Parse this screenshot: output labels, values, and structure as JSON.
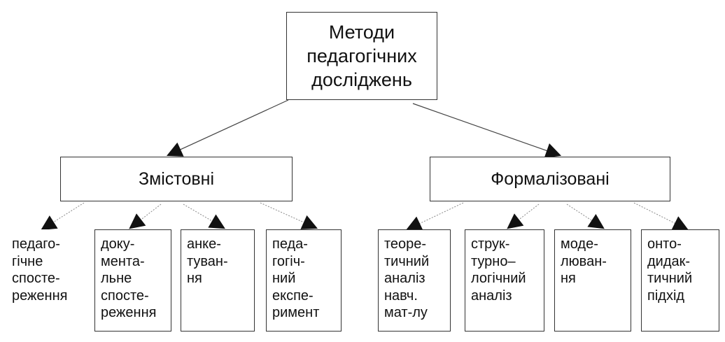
{
  "root": {
    "label": "Методи\nпедагогічних\nдосліджень"
  },
  "groups": [
    {
      "label": "Змістовні",
      "leaves": [
        "педаго-\nгічне\nспосте-\nреження",
        "доку-\nмента-\nльне\nспосте-\nреження",
        "анке-\nтуван-\nня",
        "педа-\nгогіч-\nний\nекспе-\nримент"
      ]
    },
    {
      "label": "Формалізовані",
      "leaves": [
        "теоре-\nтичний\nаналіз\nнавч.\nмат-лу",
        "струк-\nтурно–\nлогічний\nаналіз",
        "моде-\nлюван-\nня",
        "онто-\nдидак-\nтичний\nпідхід"
      ]
    }
  ]
}
